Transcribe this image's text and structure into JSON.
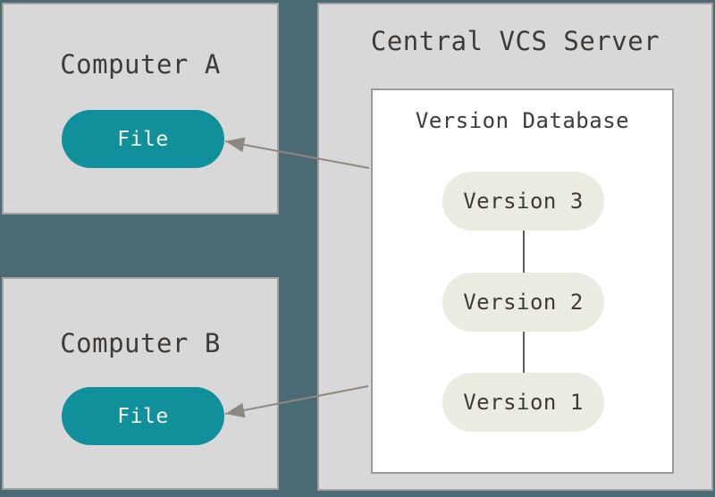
{
  "diagram": {
    "description": "Centralized version control diagram",
    "computer_a": {
      "title": "Computer A",
      "file_label": "File"
    },
    "computer_b": {
      "title": "Computer B",
      "file_label": "File"
    },
    "server": {
      "title": "Central VCS Server",
      "version_database": {
        "title": "Version Database",
        "versions": [
          "Version 3",
          "Version 2",
          "Version 1"
        ]
      }
    },
    "colors": {
      "background": "#4C6A73",
      "panel_fill": "#D8D8D8",
      "panel_border": "#A2A2A2",
      "file_pill": "#10909A",
      "file_text": "#F5F4F1",
      "version_pill": "#ECEBE2",
      "text": "#3F3A35",
      "arrow": "#8F8880",
      "connector": "#5E5A55"
    }
  }
}
